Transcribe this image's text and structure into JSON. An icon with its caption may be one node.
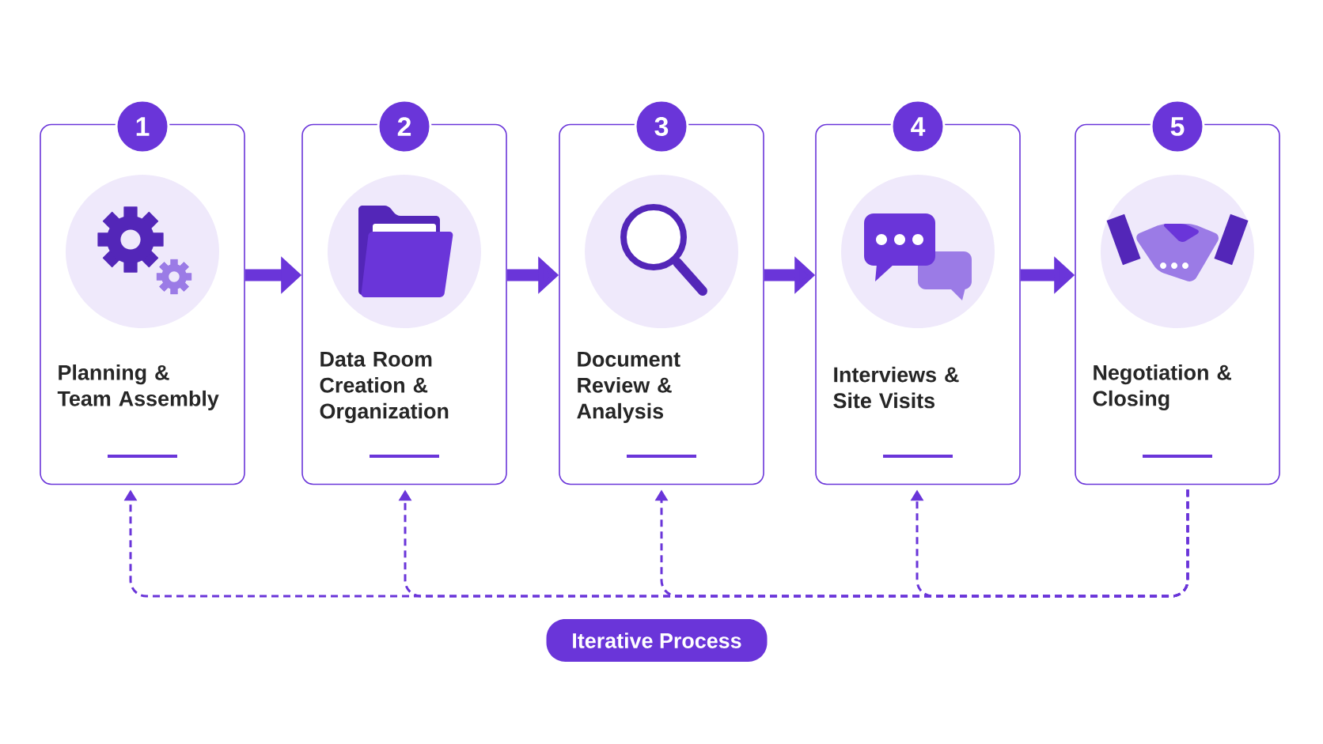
{
  "diagram": {
    "nodes": [
      {
        "text": [
          "1"
        ]
      },
      {
        "text": [
          "2"
        ]
      },
      {
        "text": [
          "3"
        ]
      },
      {
        "text": [
          "4"
        ]
      },
      {
        "text": [
          "5"
        ]
      },
      {
        "text": [
          "Planning & Team Assembly"
        ]
      },
      {
        "text": [
          "Data Room Creation & Organization"
        ]
      },
      {
        "text": [
          "Document Review & Analysis"
        ]
      },
      {
        "text": [
          "Interviews & Site Visits"
        ]
      },
      {
        "text": [
          "Negotiation & Closing"
        ]
      },
      {
        "text": [
          "Iterative Process"
        ]
      }
    ],
    "edges": [
      {
        "from": 5,
        "to": 6,
        "arrow": "to",
        "style": "thick"
      },
      {
        "from": 6,
        "to": 7,
        "arrow": "to",
        "style": "thick"
      },
      {
        "from": 7,
        "to": 8,
        "arrow": "to",
        "style": "thick"
      },
      {
        "from": 8,
        "to": 9,
        "arrow": "to",
        "style": "thick"
      },
      {
        "from": 9,
        "to": 5,
        "arrow": "to",
        "style": "dashed"
      },
      {
        "from": 9,
        "to": 6,
        "arrow": "to",
        "style": "dashed"
      },
      {
        "from": 9,
        "to": 7,
        "arrow": "to",
        "style": "dashed"
      },
      {
        "from": 9,
        "to": 8,
        "arrow": "to",
        "style": "dashed"
      }
    ]
  }
}
